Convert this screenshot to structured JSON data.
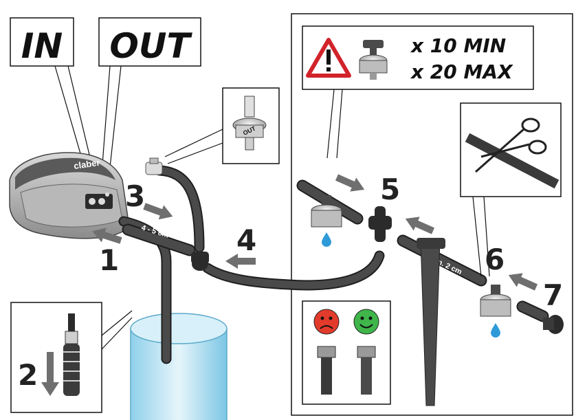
{
  "labels": {
    "in": "IN",
    "out": "OUT",
    "brand": "claber",
    "dist_4_5": "4 - 5 cm",
    "dist_min2": "min. 2 cm",
    "max_line1": "x 10 MIN",
    "max_line2": "x 20 MAX",
    "out_small": "OUT"
  },
  "steps": [
    "1",
    "2",
    "3",
    "4",
    "5",
    "6",
    "7"
  ],
  "colors": {
    "tube": "#3a3a3a",
    "arrow": "#6f6f6f",
    "water": "#2f9ad8",
    "warning": "#d2232a",
    "sad_face": "#e23b2b",
    "happy_face": "#3fb54a",
    "container": "#bfe3f1"
  },
  "icons": [
    "warning-icon",
    "dripper-icon",
    "scissors-icon",
    "sad-face-icon",
    "happy-face-icon",
    "stake-icon",
    "filter-icon"
  ]
}
